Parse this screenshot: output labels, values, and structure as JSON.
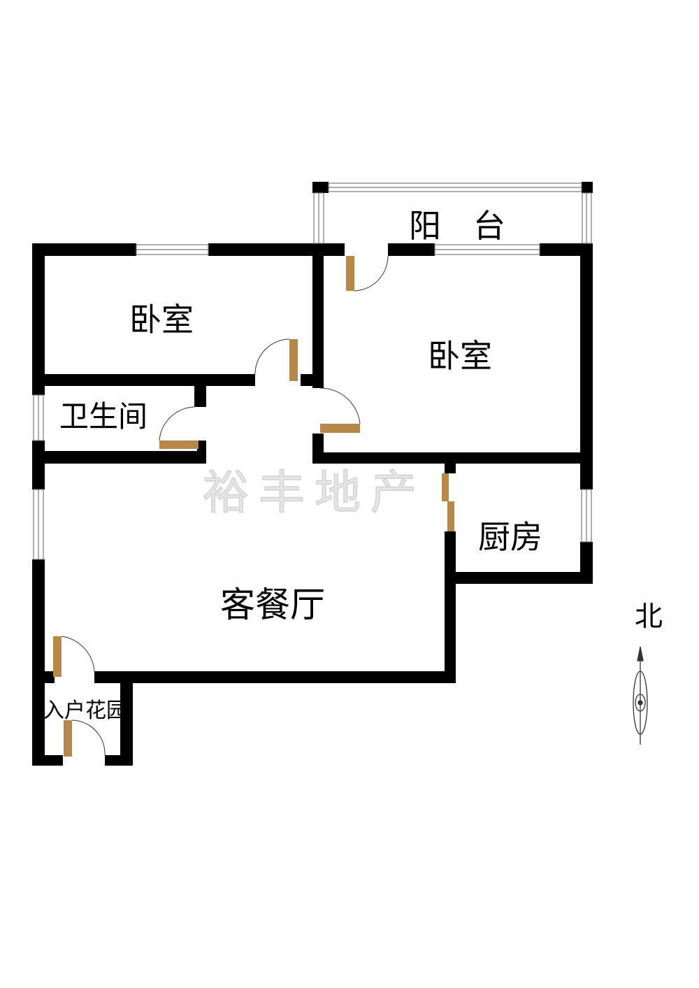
{
  "rooms": {
    "balcony": "阳　台",
    "bedroom_left": "卧室",
    "bedroom_right": "卧室",
    "bathroom": "卫生间",
    "kitchen": "厨房",
    "living_dining": "客餐厅",
    "entry_garden": "入户花园"
  },
  "compass": {
    "north_label": "北"
  },
  "watermark": "裕丰地产",
  "colors": {
    "wall": "#000000",
    "door": "#b8884a",
    "window": "#9a9a9a"
  }
}
